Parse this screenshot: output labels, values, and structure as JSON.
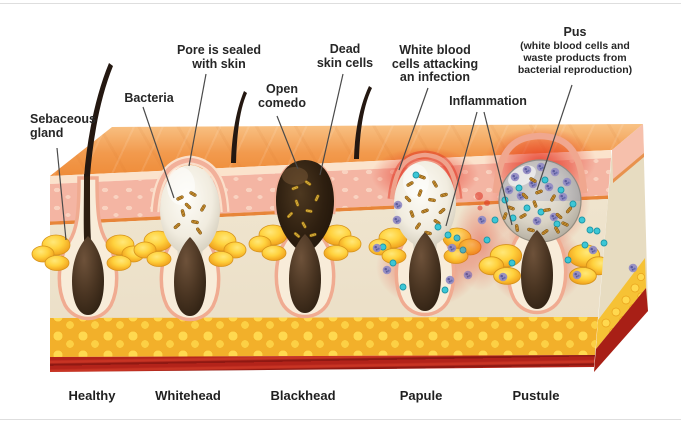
{
  "annotations": {
    "sebaceous_gland": {
      "line1": "Sebaceous",
      "line2": "gland"
    },
    "bacteria": {
      "line1": "Bacteria"
    },
    "pore_sealed": {
      "line1": "Pore is sealed",
      "line2": "with skin"
    },
    "open_comedo": {
      "line1": "Open",
      "line2": "comedo"
    },
    "dead_skin_cells": {
      "line1": "Dead",
      "line2": "skin cells"
    },
    "white_blood_cells": {
      "line1": "White blood",
      "line2": "cells attacking",
      "line3": "an infection"
    },
    "inflammation": {
      "line1": "Inflammation"
    },
    "pus": {
      "line1": "Pus",
      "line2": "(white blood cells and",
      "line3": "waste products from",
      "line4": "bacterial reproduction)"
    }
  },
  "conditions": {
    "healthy": "Healthy",
    "whitehead": "Whitehead",
    "blackhead": "Blackhead",
    "papule": "Papule",
    "pustule": "Pustule"
  },
  "palette": {
    "skin-orange": "#f0923f",
    "skin-pale": "#fbe3cc",
    "epidermis-pink": "#f4b5a3",
    "epidermis-dot": "#f9d2c0",
    "epidermis-line": "#e78539",
    "dermis-cream": "#eee3cd",
    "fat-yellow": "#f2b02a",
    "fat-dot": "#ffd94f",
    "muscle-red": "#b3231a",
    "follicle-brown": "#3a2818",
    "gland-yellow": "#fecf3e",
    "inflammation-red": "#e63726",
    "bacteria-brown": "#c9902f",
    "wbc-purple": "#948cc4",
    "cell-teal": "#3cc7d6",
    "label-ink": "#262626"
  }
}
